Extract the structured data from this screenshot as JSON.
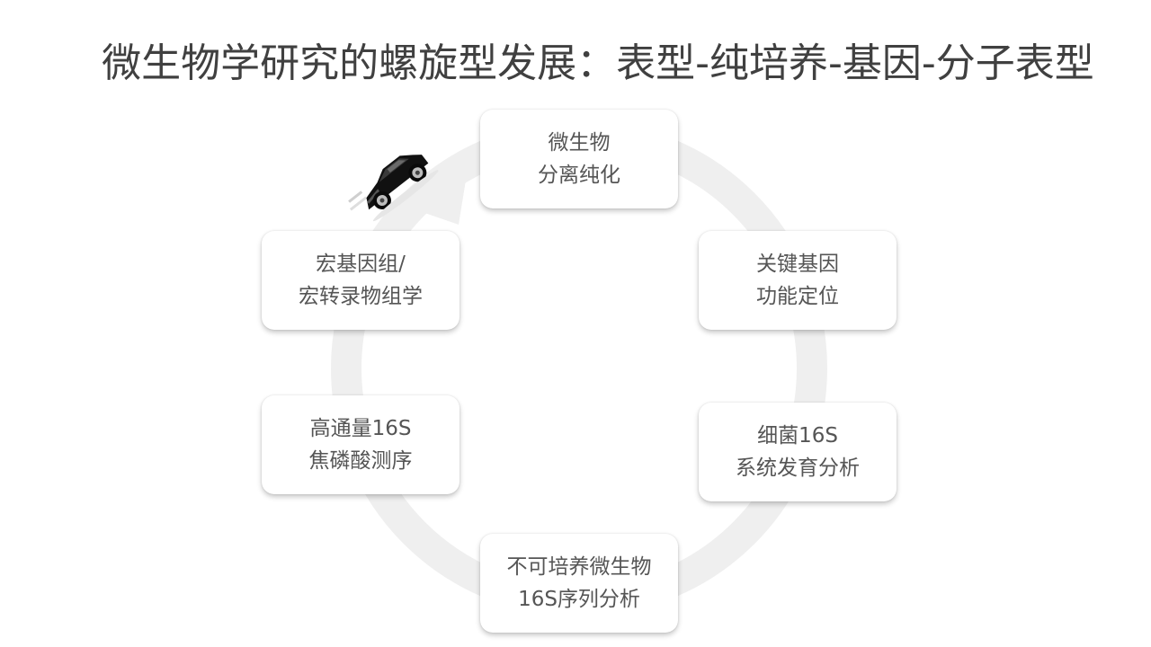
{
  "title": "微生物学研究的螺旋型发展：表型-纯培养-基因-分子表型",
  "nodes": [
    {
      "line1": "微生物",
      "line2": "分离纯化"
    },
    {
      "line1": "关键基因",
      "line2": "功能定位"
    },
    {
      "line1": "细菌16S",
      "line2": "系统发育分析"
    },
    {
      "line1": "不可培养微生物",
      "line2": "16S序列分析"
    },
    {
      "line1": "高通量16S",
      "line2": "焦磷酸测序"
    },
    {
      "line1": "宏基因组/",
      "line2": "宏转录物组学"
    }
  ],
  "colors": {
    "ring": "#efefef",
    "text": "#555555",
    "title": "#404040"
  },
  "icons": [
    "cycle-arrow-icon",
    "car-icon"
  ]
}
